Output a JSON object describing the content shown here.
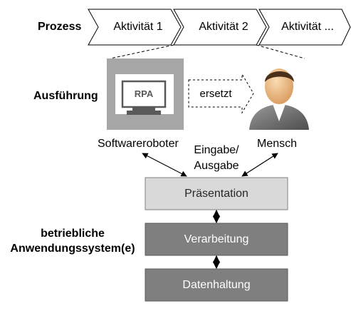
{
  "process": {
    "label": "Prozess",
    "activities": [
      "Aktivität 1",
      "Aktivität 2",
      "Aktivität ..."
    ]
  },
  "execution": {
    "label": "Ausführung",
    "robot": {
      "screen_text": "RPA",
      "caption": "Softwareroboter"
    },
    "replaces": "ersetzt",
    "human": {
      "caption": "Mensch"
    },
    "io_label_line1": "Eingabe/",
    "io_label_line2": "Ausgabe"
  },
  "system": {
    "label_line1": "betriebliche",
    "label_line2": "Anwendungssystem(e)",
    "layers": [
      "Präsentation",
      "Verarbeitung",
      "Datenhaltung"
    ]
  },
  "colors": {
    "presentation_fill": "#d9d9d9",
    "presentation_text": "#262626",
    "dark_layer_fill": "#7f7f7f",
    "dark_layer_text": "#ffffff",
    "monitor": "#a6a6a6",
    "person_shirt": "#7a7a7a",
    "person_skin": "#f2c08d"
  }
}
